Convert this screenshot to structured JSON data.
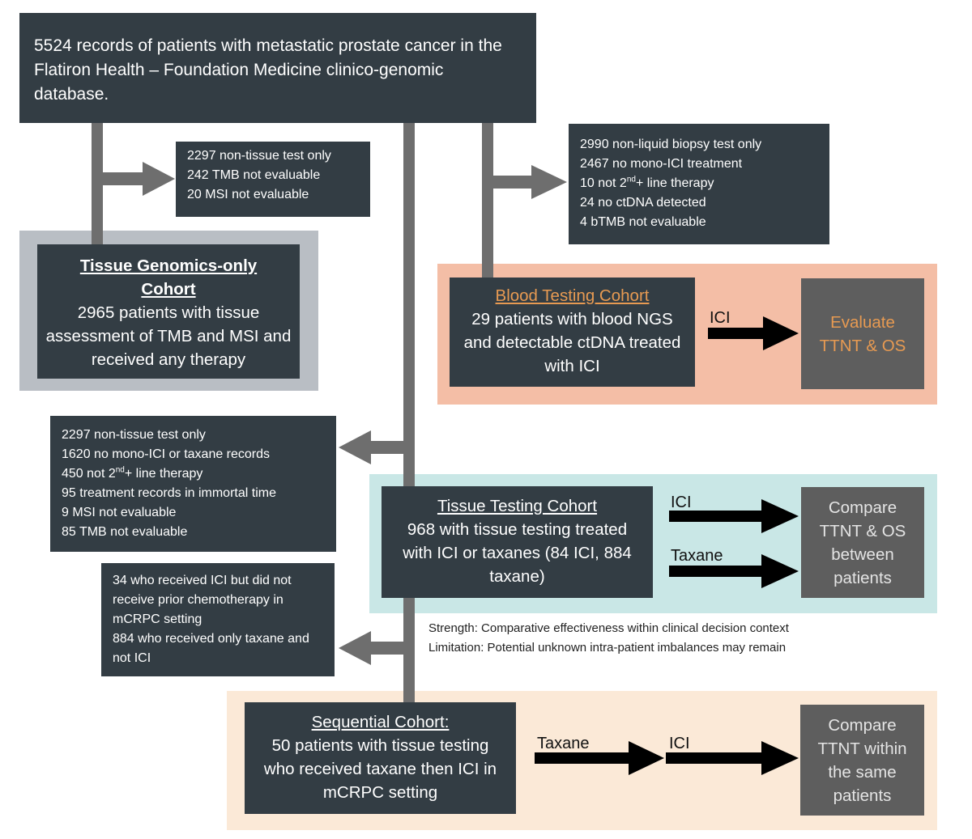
{
  "source": {
    "text": "5524 records of patients with metastatic prostate cancer in the Flatiron Health – Foundation Medicine clinico-genomic database."
  },
  "exclusion_tissue_genomics": [
    "2297 non-tissue test only",
    "242 TMB not evaluable",
    "20 MSI not evaluable"
  ],
  "exclusion_blood": [
    "2990 non-liquid biopsy test only",
    "2467 no mono-ICI treatment",
    "10 not 2nd+ line therapy",
    "24 no ctDNA detected",
    "4 bTMB not evaluable"
  ],
  "tissue_genomics_cohort": {
    "title": "Tissue Genomics-only Cohort",
    "body": "2965 patients with tissue assessment of TMB and MSI and received any therapy"
  },
  "blood_cohort": {
    "title": "Blood Testing Cohort",
    "body": "29 patients with blood NGS and detectable ctDNA treated with ICI",
    "arrow_label": "ICI",
    "outcome": "Evaluate TTNT & OS",
    "title_color": "#e79a52",
    "outcome_color": "#e79a52",
    "panel_color": "#f4bea6"
  },
  "exclusion_tissue_testing": [
    "2297 non-tissue test only",
    "1620 no mono-ICI or taxane records",
    "450 not 2nd+ line therapy",
    "95 treatment records in immortal time",
    "9 MSI not evaluable",
    "85 TMB not evaluable"
  ],
  "tissue_cohort": {
    "title": "Tissue Testing Cohort",
    "body": "968 with tissue testing treated with ICI or taxanes (84 ICI, 884 taxane)",
    "arrow_label_1": "ICI",
    "arrow_label_2": "Taxane",
    "outcome": "Compare TTNT & OS between patients",
    "strength": "Strength: Comparative effectiveness within clinical decision context",
    "limitation": "Limitation: Potential unknown intra-patient imbalances may remain",
    "panel_color": "#c9e7e6"
  },
  "exclusion_sequential": [
    "34 who received ICI but did not receive prior chemotherapy in mCRPC setting",
    "884 who received only taxane and not ICI"
  ],
  "sequential_cohort": {
    "title": "Sequential Cohort:",
    "body": "50 patients with tissue testing who received taxane then ICI in mCRPC setting",
    "arrow_label_1": "Taxane",
    "arrow_label_2": "ICI",
    "outcome": "Compare TTNT within the same patients",
    "panel_color": "#fbe9d7"
  },
  "colors": {
    "box_dark": "#333d44",
    "box_grey": "#5e5e5e",
    "connector": "#6e6e6e",
    "tissue_genomics_frame": "#b9bec4"
  }
}
